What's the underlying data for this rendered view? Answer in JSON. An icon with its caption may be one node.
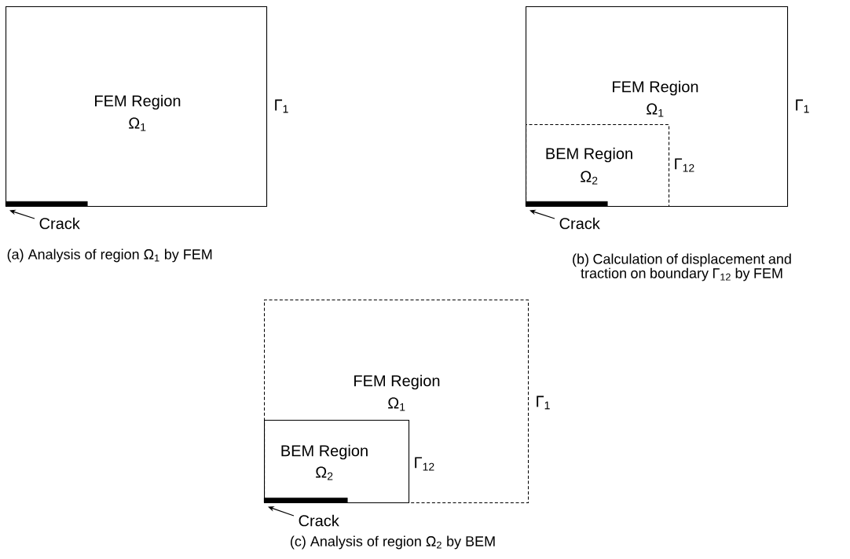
{
  "diagram": {
    "nodes": [
      {
        "text": [
          "FEM Region",
          "Ω$_{1}$"
        ],
        "beside": [
          "Γ$_{1}$"
        ]
      },
      {
        "text": [],
        "shape": "bar",
        "in": 0
      },
      {
        "text": [
          "Crack"
        ]
      },
      {
        "text": [
          "FEM Region",
          "Ω$_{1}$"
        ],
        "beside": [
          "Γ$_{1}$"
        ]
      },
      {
        "text": [
          "BEM Region",
          "Ω$_{2}$"
        ],
        "beside": [
          "Γ$_{12}$"
        ],
        "in": 3
      },
      {
        "text": [],
        "shape": "bar",
        "in": 4
      },
      {
        "text": [
          "Crack"
        ]
      },
      {
        "text": [
          "FEM Region",
          "Ω$_{1}$"
        ],
        "beside": [
          "Γ$_{1}$"
        ]
      },
      {
        "text": [
          "BEM Region",
          "Ω$_{2}$"
        ],
        "beside": [
          "Γ$_{12}$"
        ],
        "in": 7
      },
      {
        "text": [],
        "shape": "bar",
        "in": 8
      },
      {
        "text": [
          "Crack"
        ]
      }
    ],
    "edges": [
      {
        "from": 2,
        "to": 1,
        "arrow": "to"
      },
      {
        "from": 6,
        "to": 5,
        "arrow": "to"
      },
      {
        "from": 10,
        "to": 9,
        "arrow": "to"
      }
    ],
    "labels": [
      "(a) Analysis of region Ω$_{1}$ by FEM",
      "(b) Calculation of displacement and traction on boundary Γ$_{12}$ by FEM",
      "(c) Analysis of region Ω$_{2}$ by BEM"
    ]
  }
}
